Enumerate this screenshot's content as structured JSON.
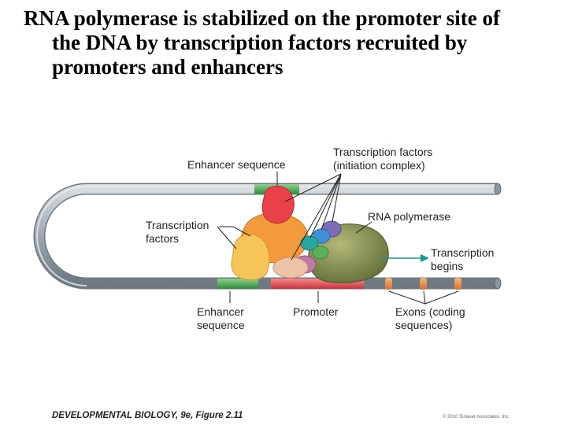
{
  "slide": {
    "title_lines": [
      "RNA polymerase is stabilized on the promoter site of",
      "the DNA by transcription factors recruited by",
      "promoters and enhancers"
    ]
  },
  "diagram": {
    "labels": {
      "enhancer_top": "Enhancer sequence",
      "tf_initiation": [
        "Transcription factors",
        "(initiation complex)"
      ],
      "transcription_factors": [
        "Transcription",
        "factors"
      ],
      "rna_polymerase": "RNA polymerase",
      "transcription_begins": [
        "Transcription",
        "begins"
      ],
      "enhancer_bottom": [
        "Enhancer",
        "sequence"
      ],
      "promoter": "Promoter",
      "exons": [
        "Exons (coding",
        "sequences)"
      ]
    },
    "colors": {
      "dna_strand": "#9aa3ab",
      "enhancer": "#4aa34f",
      "promoter": "#e8484f",
      "exon": "#f28c3a",
      "activator_red": "#e8414a",
      "activator_orange": "#f29a3c",
      "activator_yellow": "#f6c55a",
      "rna_polymerase": "#8a9350",
      "arrow": "#1a9a8a"
    }
  },
  "caption": "DEVELOPMENTAL BIOLOGY, 9e, Figure 2.11",
  "copyright": "© 2010 Sinauer Associates, Inc."
}
